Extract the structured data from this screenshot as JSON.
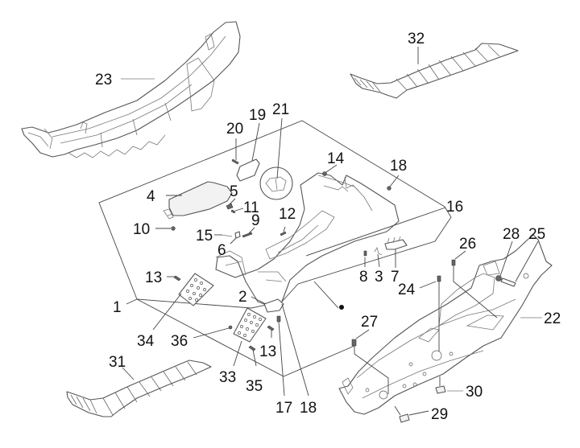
{
  "diagram": {
    "title": "Scooter footrest / floor panel exploded parts diagram",
    "callouts": [
      {
        "id": "c1",
        "label": "1"
      },
      {
        "id": "c2",
        "label": "2"
      },
      {
        "id": "c3",
        "label": "3"
      },
      {
        "id": "c4",
        "label": "4"
      },
      {
        "id": "c5",
        "label": "5"
      },
      {
        "id": "c6",
        "label": "6"
      },
      {
        "id": "c7",
        "label": "7"
      },
      {
        "id": "c8",
        "label": "8"
      },
      {
        "id": "c9",
        "label": "9"
      },
      {
        "id": "c10",
        "label": "10"
      },
      {
        "id": "c11",
        "label": "11"
      },
      {
        "id": "c12",
        "label": "12"
      },
      {
        "id": "c13a",
        "label": "13"
      },
      {
        "id": "c13b",
        "label": "13"
      },
      {
        "id": "c14",
        "label": "14"
      },
      {
        "id": "c15",
        "label": "15"
      },
      {
        "id": "c16",
        "label": "16"
      },
      {
        "id": "c17",
        "label": "17"
      },
      {
        "id": "c18a",
        "label": "18"
      },
      {
        "id": "c18b",
        "label": "18"
      },
      {
        "id": "c19",
        "label": "19"
      },
      {
        "id": "c20",
        "label": "20"
      },
      {
        "id": "c21",
        "label": "21"
      },
      {
        "id": "c22",
        "label": "22"
      },
      {
        "id": "c23",
        "label": "23"
      },
      {
        "id": "c24",
        "label": "24"
      },
      {
        "id": "c25",
        "label": "25"
      },
      {
        "id": "c26",
        "label": "26"
      },
      {
        "id": "c27",
        "label": "27"
      },
      {
        "id": "c28",
        "label": "28"
      },
      {
        "id": "c29",
        "label": "29"
      },
      {
        "id": "c30",
        "label": "30"
      },
      {
        "id": "c31",
        "label": "31"
      },
      {
        "id": "c32",
        "label": "32"
      },
      {
        "id": "c33",
        "label": "33"
      },
      {
        "id": "c34",
        "label": "34"
      },
      {
        "id": "c35",
        "label": "35"
      },
      {
        "id": "c36",
        "label": "36"
      }
    ]
  }
}
